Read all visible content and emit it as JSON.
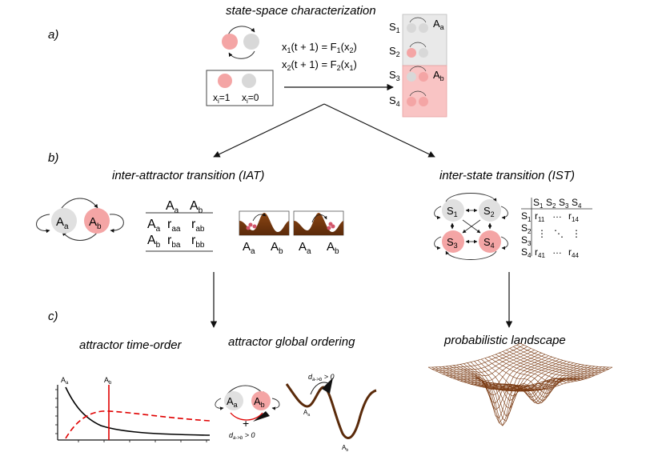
{
  "panel_a": {
    "label": "a)",
    "title": "state-space characterization",
    "eq1": {
      "lhs": "x",
      "lhs_sub": "1",
      "mid": "(t + 1) = F",
      "f_sub": "1",
      "arg": "(x",
      "arg_sub": "2",
      "close": ")"
    },
    "eq2": {
      "lhs": "x",
      "lhs_sub": "2",
      "mid": "(t + 1) = F",
      "f_sub": "2",
      "arg": "(x",
      "arg_sub": "1",
      "close": ")"
    },
    "legend_on": {
      "base": "x",
      "sub": "i",
      "rest": "=1"
    },
    "legend_off": {
      "base": "x",
      "sub": "i",
      "rest": "=0"
    },
    "states": [
      {
        "base": "S",
        "sub": "1"
      },
      {
        "base": "S",
        "sub": "2"
      },
      {
        "base": "S",
        "sub": "3"
      },
      {
        "base": "S",
        "sub": "4"
      }
    ],
    "attractor_a": {
      "base": "A",
      "sub": "a"
    },
    "attractor_b": {
      "base": "A",
      "sub": "b"
    },
    "colors": {
      "on": "#f4a5a5",
      "off": "#d8d8d8",
      "box_a": "#e9e9e9",
      "box_b": "#f9c4c4"
    }
  },
  "panel_b": {
    "label": "b)",
    "iat_title": "inter-attractor transition (IAT)",
    "ist_title": "inter-state transition (IST)",
    "node_a": {
      "base": "A",
      "sub": "a"
    },
    "node_b": {
      "base": "A",
      "sub": "b"
    },
    "iat_matrix": {
      "cols": [
        {
          "base": "A",
          "sub": "a"
        },
        {
          "base": "A",
          "sub": "b"
        }
      ],
      "rows": [
        {
          "head": {
            "base": "A",
            "sub": "a"
          },
          "cells": [
            {
              "base": "r",
              "sub": "aa"
            },
            {
              "base": "r",
              "sub": "ab"
            }
          ]
        },
        {
          "head": {
            "base": "A",
            "sub": "b"
          },
          "cells": [
            {
              "base": "r",
              "sub": "ba"
            },
            {
              "base": "r",
              "sub": "bb"
            }
          ]
        }
      ]
    },
    "landscape_labels": [
      {
        "base": "A",
        "sub": "a"
      },
      {
        "base": "A",
        "sub": "b"
      },
      {
        "base": "A",
        "sub": "a"
      },
      {
        "base": "A",
        "sub": "b"
      }
    ],
    "ist_nodes": [
      {
        "base": "S",
        "sub": "1"
      },
      {
        "base": "S",
        "sub": "2"
      },
      {
        "base": "S",
        "sub": "3"
      },
      {
        "base": "S",
        "sub": "4"
      }
    ],
    "ist_matrix": {
      "col_heads": [
        {
          "base": "S",
          "sub": "1"
        },
        {
          "base": "S",
          "sub": "2"
        },
        {
          "base": "S",
          "sub": "3"
        },
        {
          "base": "S",
          "sub": "4"
        }
      ],
      "row_heads": [
        {
          "base": "S",
          "sub": "1"
        },
        {
          "base": "S",
          "sub": "2"
        },
        {
          "base": "S",
          "sub": "3"
        },
        {
          "base": "S",
          "sub": "4"
        }
      ],
      "r11": {
        "base": "r",
        "sub": "11"
      },
      "r14": {
        "base": "r",
        "sub": "14"
      },
      "r41": {
        "base": "r",
        "sub": "41"
      },
      "r44": {
        "base": "r",
        "sub": "44"
      },
      "hdots": "…",
      "vdots": "⋮",
      "ddots": "⋱"
    },
    "landscape_color": "#7a3a12"
  },
  "panel_c": {
    "label": "c)",
    "time_order_title": "attractor time-order",
    "global_ordering_title": "attractor global ordering",
    "prob_title": "probabilistic landscape",
    "plot_label_a": {
      "base": "A",
      "sub": "a"
    },
    "plot_label_b": {
      "base": "A",
      "sub": "b"
    },
    "plus": "+",
    "d_label": {
      "base": "d",
      "sub": "a->b",
      "rest": " > 0"
    },
    "curve_colors": {
      "a": "#000000",
      "b": "#e00000"
    }
  }
}
